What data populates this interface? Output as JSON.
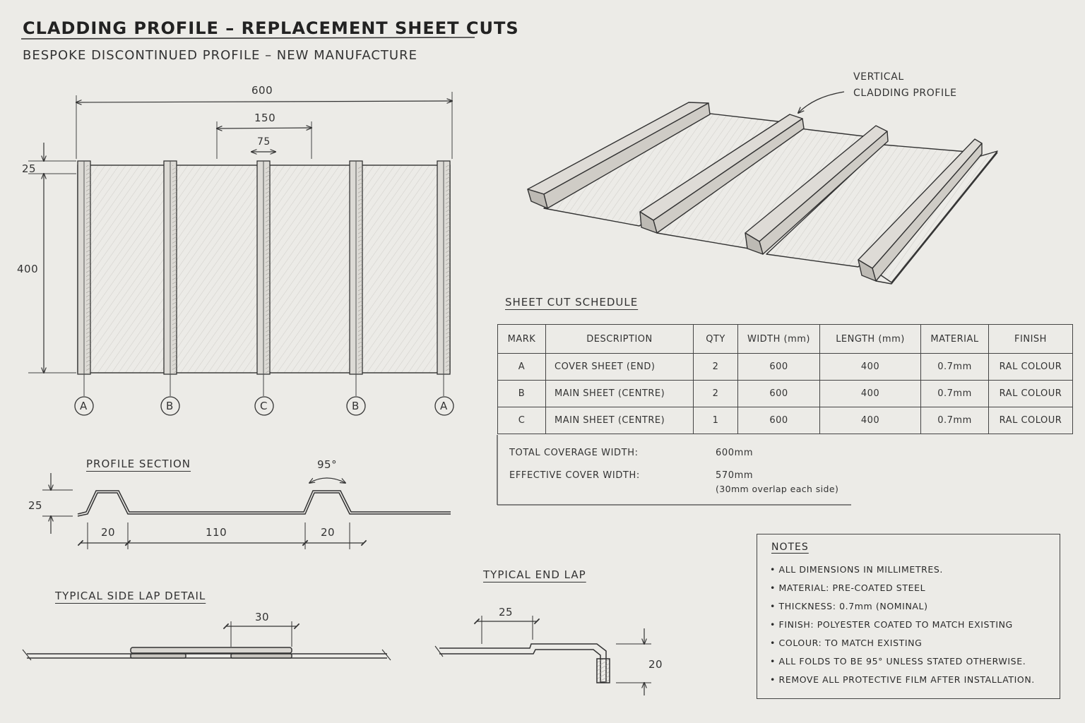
{
  "header": {
    "title": "CLADDING PROFILE – REPLACEMENT SHEET CUTS",
    "subtitle": "BESPOKE DISCONTINUED PROFILE – NEW MANUFACTURE"
  },
  "elevation": {
    "dim_total_width": "600",
    "dim_rib_spacing": "150",
    "dim_rib_width": "75",
    "dim_top": "25",
    "dim_height": "400",
    "grid_marks": [
      "A",
      "B",
      "C",
      "B",
      "A"
    ]
  },
  "iso_view": {
    "label_line1": "VERTICAL",
    "label_line2": "CLADDING PROFILE"
  },
  "profile_section": {
    "title": "PROFILE SECTION",
    "angle": "95°",
    "dim_height": "25",
    "dim_left": "20",
    "dim_middle": "110",
    "dim_right": "20"
  },
  "side_lap": {
    "title": "TYPICAL SIDE LAP DETAIL",
    "dim_overlap": "30"
  },
  "end_lap": {
    "title": "TYPICAL END LAP",
    "dim_lap": "25",
    "dim_drop": "20"
  },
  "schedule": {
    "title": "SHEET CUT SCHEDULE",
    "columns": [
      "MARK",
      "DESCRIPTION",
      "QTY",
      "WIDTH (mm)",
      "LENGTH (mm)",
      "MATERIAL",
      "FINISH"
    ],
    "rows": [
      [
        "A",
        "COVER SHEET (END)",
        "2",
        "600",
        "400",
        "0.7mm",
        "RAL COLOUR"
      ],
      [
        "B",
        "MAIN SHEET (CENTRE)",
        "2",
        "600",
        "400",
        "0.7mm",
        "RAL COLOUR"
      ],
      [
        "C",
        "MAIN SHEET (CENTRE)",
        "1",
        "600",
        "400",
        "0.7mm",
        "RAL COLOUR"
      ]
    ],
    "total_label": "TOTAL COVERAGE WIDTH:",
    "total_value": "600mm",
    "effective_label": "EFFECTIVE COVER WIDTH:",
    "effective_value": "570mm",
    "effective_note": "(30mm overlap each side)"
  },
  "notes": {
    "title": "NOTES",
    "items": [
      "ALL DIMENSIONS IN MILLIMETRES.",
      "MATERIAL: PRE-COATED STEEL",
      "THICKNESS: 0.7mm (NOMINAL)",
      "FINISH: POLYESTER COATED TO MATCH EXISTING",
      "COLOUR: TO MATCH EXISTING",
      "ALL FOLDS TO BE 95° UNLESS STATED OTHERWISE.",
      "REMOVE ALL PROTECTIVE FILM AFTER INSTALLATION."
    ]
  },
  "colors": {
    "paper": "#ecebe7",
    "ink": "#2a2a2a"
  }
}
